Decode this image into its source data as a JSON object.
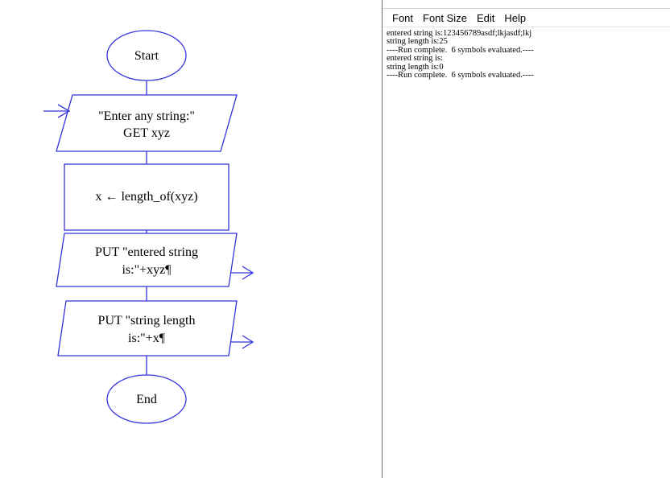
{
  "flowchart": {
    "start_label": "Start",
    "input": {
      "line1": "\"Enter any string:\"",
      "line2": "GET xyz"
    },
    "assign": "x ← length_of(xyz)",
    "put1": {
      "line1": "PUT \"entered string",
      "line2": "is:\"+xyz¶"
    },
    "put2": {
      "line1": "PUT \"string length",
      "line2": "is:\"+x¶"
    },
    "end_label": "End"
  },
  "console": {
    "menu": [
      "Font",
      "Font Size",
      "Edit",
      "Help"
    ],
    "lines": [
      "entered string is:123456789asdf;lkjasdf;lkj",
      "string length is:25",
      "----Run complete.  6 symbols evaluated.----",
      "entered string is:",
      "string length is:0",
      "----Run complete.  6 symbols evaluated.----"
    ]
  },
  "colors": {
    "flow_stroke": "#3333dd",
    "divider": "#6b6b6b"
  }
}
